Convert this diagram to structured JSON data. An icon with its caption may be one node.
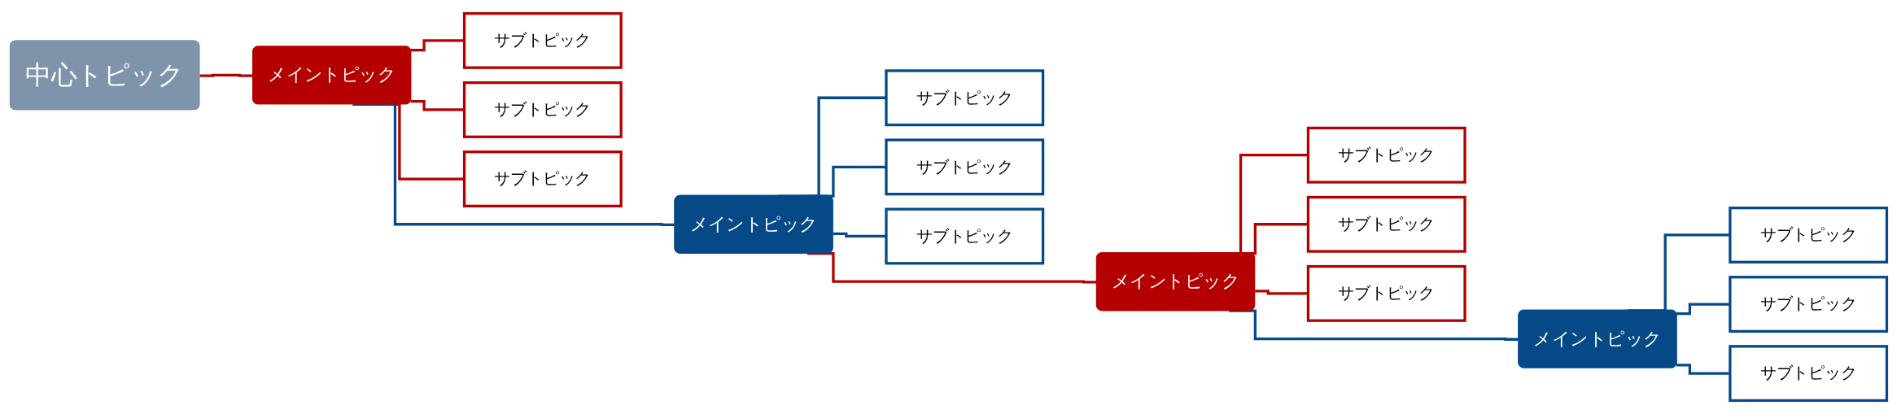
{
  "diagram": {
    "nodes": [
      {
        "text": [
          "中心トピック"
        ]
      },
      {
        "text": [
          "メイントピック"
        ]
      },
      {
        "text": [
          "サブトピック"
        ]
      },
      {
        "text": [
          "サブトピック"
        ]
      },
      {
        "text": [
          "サブトピック"
        ]
      },
      {
        "text": [
          "メイントピック"
        ]
      },
      {
        "text": [
          "サブトピック"
        ]
      },
      {
        "text": [
          "サブトピック"
        ]
      },
      {
        "text": [
          "サブトピック"
        ]
      },
      {
        "text": [
          "メイントピック"
        ]
      },
      {
        "text": [
          "サブトピック"
        ]
      },
      {
        "text": [
          "サブトピック"
        ]
      },
      {
        "text": [
          "サブトピック"
        ]
      },
      {
        "text": [
          "メイントピック"
        ]
      },
      {
        "text": [
          "サブトピック"
        ]
      },
      {
        "text": [
          "サブトピック"
        ]
      },
      {
        "text": [
          "サブトピック"
        ]
      }
    ],
    "edges": [
      {
        "from": 0,
        "to": 1,
        "arrow": "none",
        "color": "#b40000"
      },
      {
        "from": 1,
        "to": 2,
        "arrow": "none",
        "color": "#b40000"
      },
      {
        "from": 1,
        "to": 3,
        "arrow": "none",
        "color": "#b40000"
      },
      {
        "from": 1,
        "to": 4,
        "arrow": "none",
        "color": "#b40000"
      },
      {
        "from": 1,
        "to": 5,
        "arrow": "none",
        "color": "#054a87"
      },
      {
        "from": 5,
        "to": 6,
        "arrow": "none",
        "color": "#054a87"
      },
      {
        "from": 5,
        "to": 7,
        "arrow": "none",
        "color": "#054a87"
      },
      {
        "from": 5,
        "to": 8,
        "arrow": "none",
        "color": "#054a87"
      },
      {
        "from": 5,
        "to": 9,
        "arrow": "none",
        "color": "#b40000"
      },
      {
        "from": 9,
        "to": 10,
        "arrow": "none",
        "color": "#b40000"
      },
      {
        "from": 9,
        "to": 11,
        "arrow": "none",
        "color": "#b40000"
      },
      {
        "from": 9,
        "to": 12,
        "arrow": "none",
        "color": "#b40000"
      },
      {
        "from": 9,
        "to": 13,
        "arrow": "none",
        "color": "#054a87"
      },
      {
        "from": 13,
        "to": 14,
        "arrow": "none",
        "color": "#054a87"
      },
      {
        "from": 13,
        "to": 15,
        "arrow": "none",
        "color": "#054a87"
      },
      {
        "from": 13,
        "to": 16,
        "arrow": "none",
        "color": "#054a87"
      }
    ]
  }
}
